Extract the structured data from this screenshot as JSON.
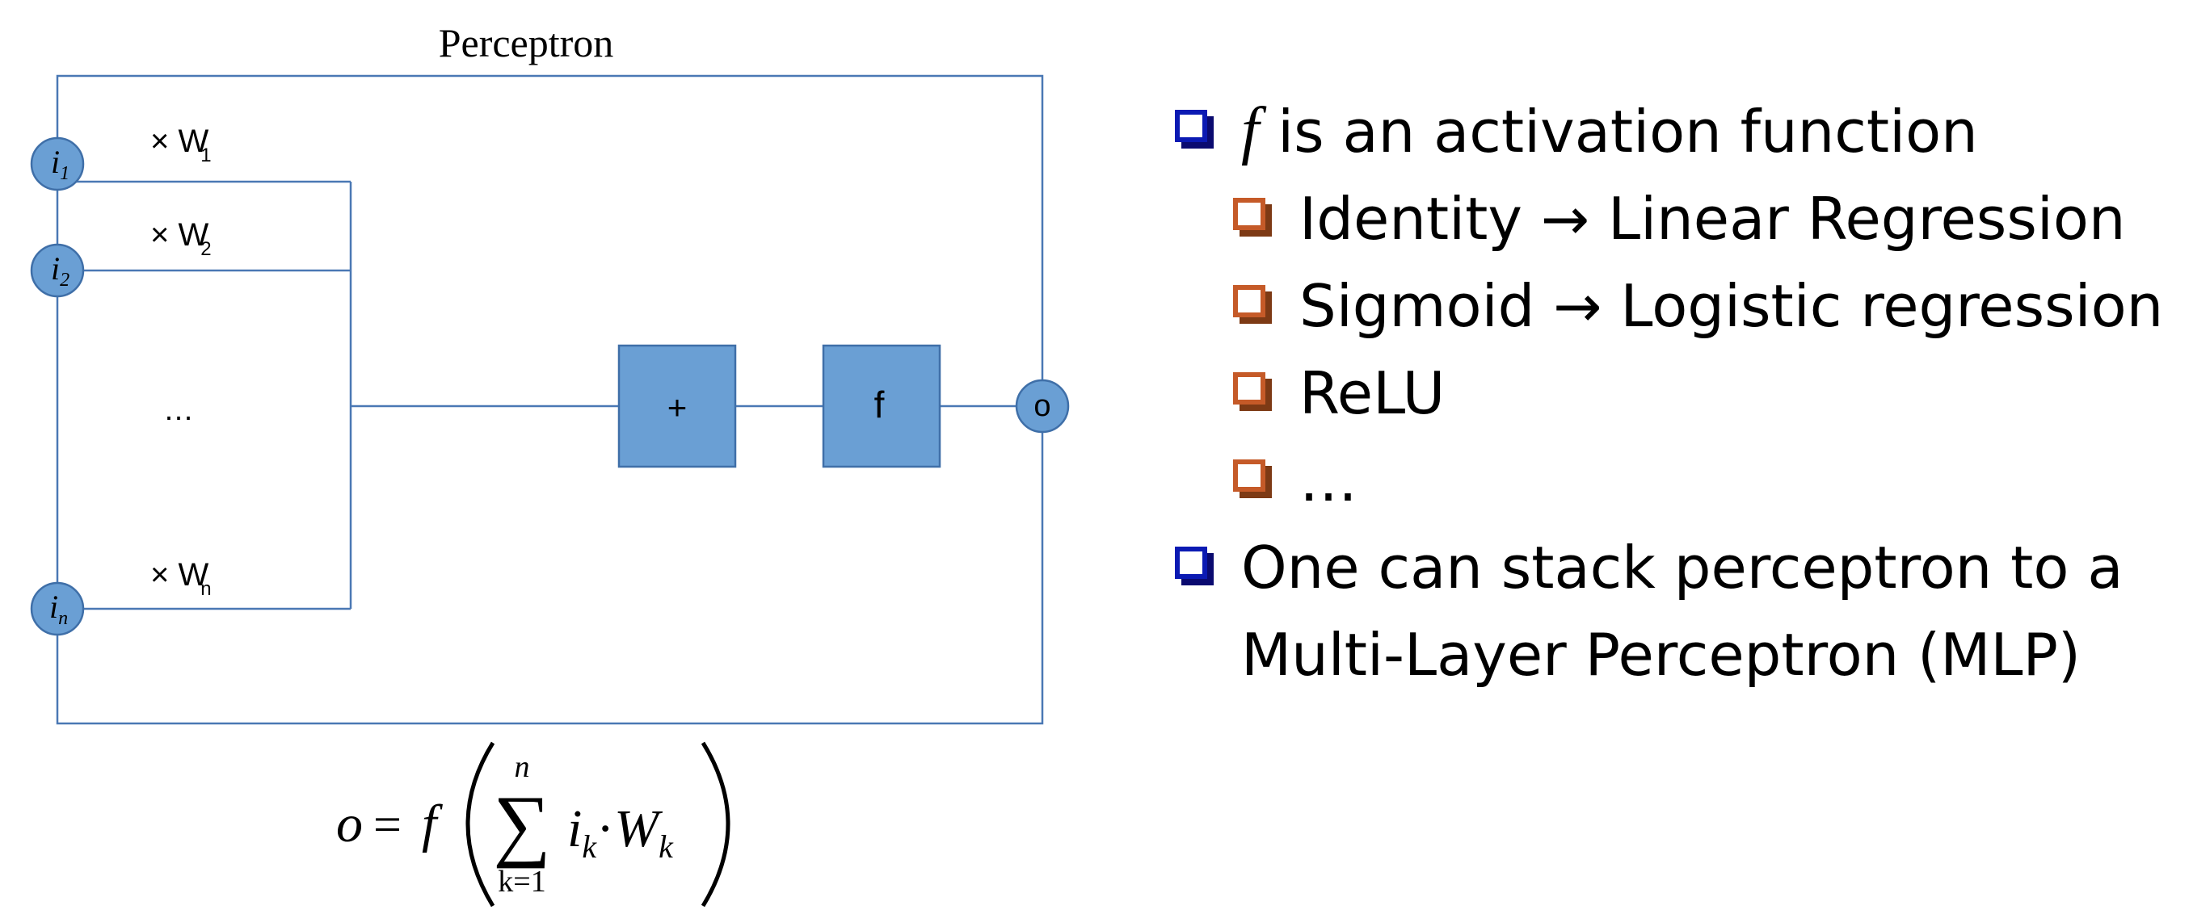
{
  "diagram": {
    "title": "Perceptron",
    "inputs": [
      {
        "base": "i",
        "sub": "1",
        "weight_prefix": "× W",
        "weight_sub": "1"
      },
      {
        "base": "i",
        "sub": "2",
        "weight_prefix": "× W",
        "weight_sub": "2"
      },
      {
        "base": "i",
        "sub": "n",
        "weight_prefix": "× W",
        "weight_sub": "n"
      }
    ],
    "ellipsis": "…",
    "sum_label": "+",
    "activation_label": "f",
    "output_label": "o",
    "colors": {
      "node_fill": "#6a9fd4",
      "node_stroke": "#3f6fa8",
      "line": "#4a78b4",
      "block_fill": "#6a9fd4"
    }
  },
  "formula": {
    "lhs": "o",
    "eq": "=",
    "f": "f",
    "sum_upper": "n",
    "sum_lower": "k=1",
    "term_i": "i",
    "term_i_sub": "k",
    "dot": "·",
    "term_w": "W",
    "term_w_sub": "k"
  },
  "bullets": [
    {
      "level": 1,
      "prefix": "f",
      "text": " is an activation function"
    },
    {
      "level": 2,
      "text": "Identity → Linear Regression"
    },
    {
      "level": 2,
      "text": "Sigmoid → Logistic regression"
    },
    {
      "level": 2,
      "text": "ReLU"
    },
    {
      "level": 2,
      "text": "…"
    },
    {
      "level": 1,
      "text": "One can stack perceptron to a"
    },
    {
      "level": 0,
      "text": "Multi-Layer Perceptron (MLP)"
    }
  ]
}
